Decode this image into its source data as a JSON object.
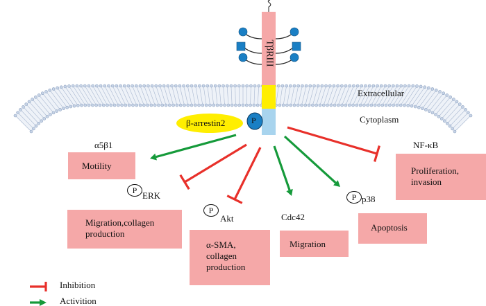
{
  "diagram": {
    "receptor": {
      "label": "TβRIII"
    },
    "adaptor": {
      "label": "β-arrestin2"
    },
    "phospho_label": "P",
    "regions": {
      "extracellular": "Extracellular",
      "cytoplasm": "Cytoplasm"
    },
    "targets": [
      {
        "id": "a5b1",
        "mediator": "α5β1",
        "phosphorylated": false,
        "outcome": [
          "Motility"
        ],
        "effect": "activation"
      },
      {
        "id": "erk",
        "mediator": "ERK",
        "phosphorylated": true,
        "outcome": [
          "Migration,collagen",
          "production"
        ],
        "effect": "inhibition"
      },
      {
        "id": "akt",
        "mediator": "Akt",
        "phosphorylated": true,
        "outcome": [
          "α-SMA,",
          "collagen",
          "production"
        ],
        "effect": "inhibition"
      },
      {
        "id": "cdc42",
        "mediator": "Cdc42",
        "phosphorylated": false,
        "outcome": [
          "Migration"
        ],
        "effect": "activation"
      },
      {
        "id": "p38",
        "mediator": "p38",
        "phosphorylated": true,
        "outcome": [
          "Apoptosis"
        ],
        "effect": "activation"
      },
      {
        "id": "nfkb",
        "mediator": "NF-κB",
        "phosphorylated": false,
        "outcome": [
          "Proliferation,",
          "invasion"
        ],
        "effect": "inhibition"
      }
    ],
    "legend": [
      {
        "type": "inhibition",
        "label": "Inhibition"
      },
      {
        "type": "activation",
        "label": "Activition"
      }
    ],
    "colors": {
      "receptor_extracellular": "#f5a8a8",
      "receptor_transmembrane": "#ffee00",
      "receptor_intracellular": "#a8d4ee",
      "glycan": "#1a7fc4",
      "adaptor": "#ffee00",
      "outcome_box": "#f5a8a8",
      "inhibition": "#e8302a",
      "activation": "#159a3a",
      "membrane": "#8aa0c0"
    }
  }
}
